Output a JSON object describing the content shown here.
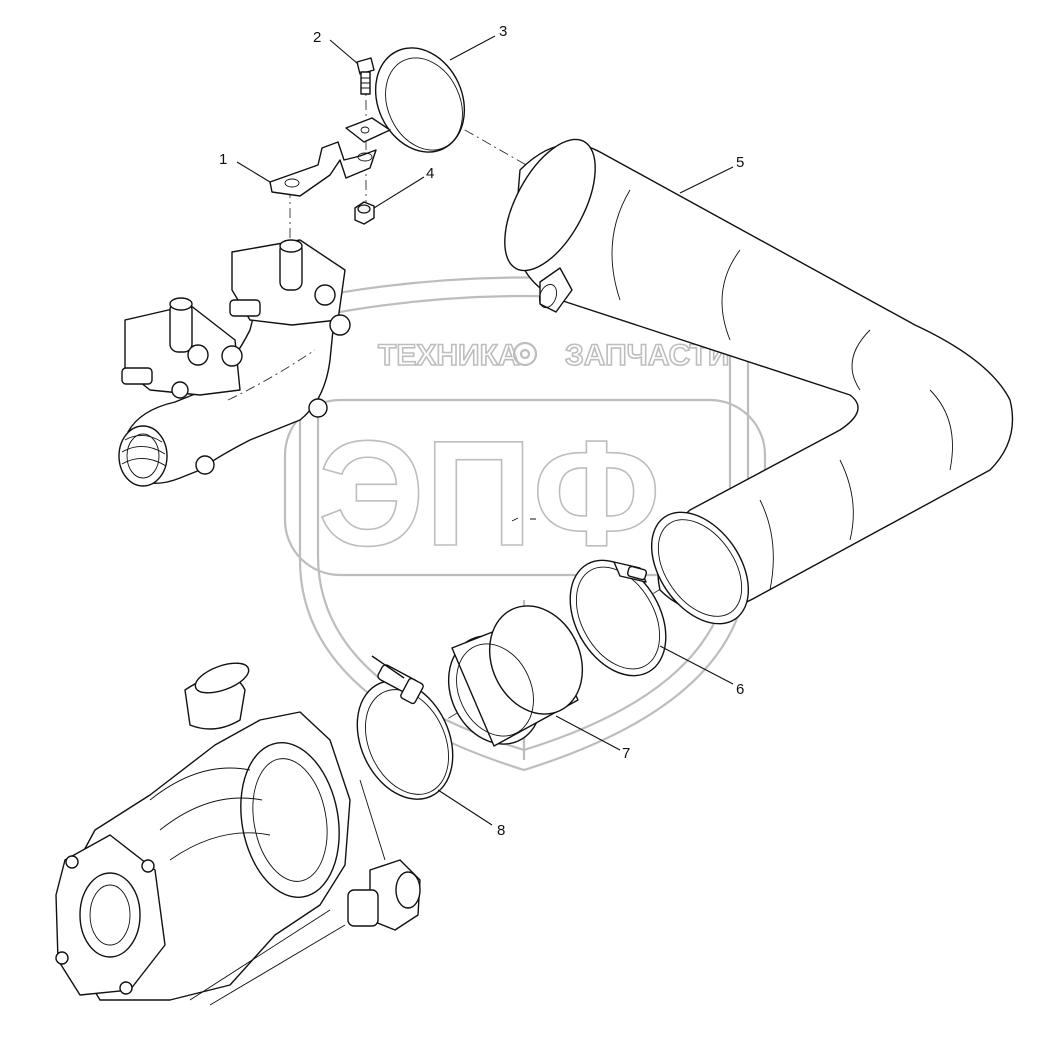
{
  "watermark": {
    "top_text": "ТЕХНИКА",
    "top_text_right": "ЗАПЧАСТИ",
    "main_text": "ЭПФ"
  },
  "callouts": [
    "1",
    "2",
    "3",
    "4",
    "5",
    "6",
    "7",
    "8"
  ],
  "colors": {
    "line": "#111111",
    "watermark": "#bdbdbd",
    "background": "#ffffff"
  }
}
